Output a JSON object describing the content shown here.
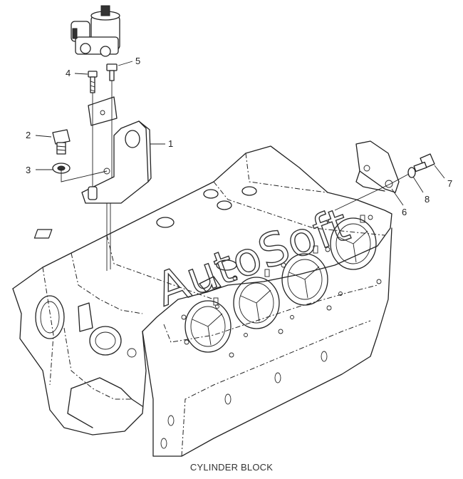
{
  "caption": "CYLINDER BLOCK",
  "watermark": "AutoSoft",
  "callouts": [
    {
      "id": "1",
      "label": "1"
    },
    {
      "id": "2",
      "label": "2"
    },
    {
      "id": "3",
      "label": "3"
    },
    {
      "id": "4",
      "label": "4"
    },
    {
      "id": "5",
      "label": "5"
    },
    {
      "id": "6",
      "label": "6"
    },
    {
      "id": "7",
      "label": "7"
    },
    {
      "id": "8",
      "label": "8"
    }
  ]
}
